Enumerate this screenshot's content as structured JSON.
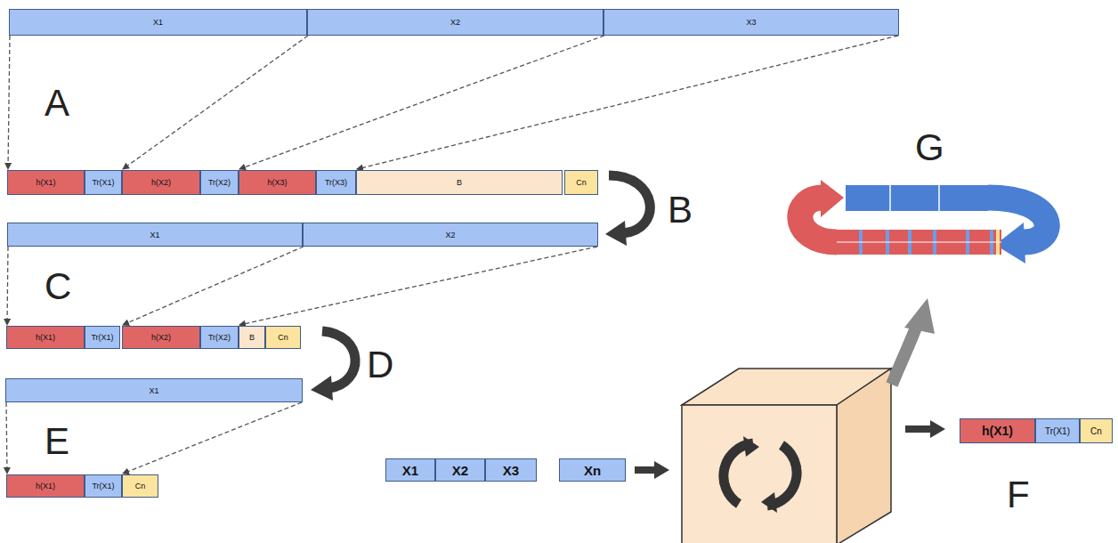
{
  "diagram": {
    "nodes": [
      {
        "text": [
          "X1"
        ]
      },
      {
        "text": [
          "X2"
        ]
      },
      {
        "text": [
          "X3"
        ]
      },
      {
        "text": [
          "h(X1)"
        ]
      },
      {
        "text": [
          "Tr(X1)"
        ]
      },
      {
        "text": [
          "h(X2)"
        ]
      },
      {
        "text": [
          "Tr(X2)"
        ]
      },
      {
        "text": [
          "h(X3)"
        ]
      },
      {
        "text": [
          "Tr(X3)"
        ]
      },
      {
        "text": [
          "B"
        ]
      },
      {
        "text": [
          "Cn"
        ]
      },
      {
        "text": [
          "X1"
        ]
      },
      {
        "text": [
          "X2"
        ]
      },
      {
        "text": [
          "h(X1)"
        ]
      },
      {
        "text": [
          "Tr(X1)"
        ]
      },
      {
        "text": [
          "h(X2)"
        ]
      },
      {
        "text": [
          "Tr(X2)"
        ]
      },
      {
        "text": [
          "B"
        ]
      },
      {
        "text": [
          "Cn"
        ]
      },
      {
        "text": [
          "X1"
        ]
      },
      {
        "text": [
          "h(X1)"
        ]
      },
      {
        "text": [
          "Tr(X1)"
        ]
      },
      {
        "text": [
          "Cn"
        ]
      },
      {
        "text": [
          "X1"
        ]
      },
      {
        "text": [
          "X2"
        ]
      },
      {
        "text": [
          "X3"
        ]
      },
      {
        "text": [
          "Xn"
        ]
      },
      {
        "text": [
          "h(X1)"
        ]
      },
      {
        "text": [
          "Tr(X1)"
        ]
      },
      {
        "text": [
          "Cn"
        ]
      }
    ],
    "edges": [
      {
        "from": 0,
        "to": 3,
        "arrow": "to"
      },
      {
        "from": 1,
        "to": 5,
        "arrow": "to"
      },
      {
        "from": 2,
        "to": 7,
        "arrow": "to"
      },
      {
        "from": 2,
        "to": 9,
        "arrow": "to"
      },
      {
        "from": 11,
        "to": 13,
        "arrow": "to"
      },
      {
        "from": 12,
        "to": 15,
        "arrow": "to"
      },
      {
        "from": 12,
        "to": 17,
        "arrow": "to"
      },
      {
        "from": 19,
        "to": 20,
        "arrow": "to"
      },
      {
        "from": 19,
        "to": 22,
        "arrow": "to"
      }
    ],
    "labels": [
      "A",
      "B",
      "C",
      "D",
      "E",
      "F",
      "G"
    ]
  }
}
